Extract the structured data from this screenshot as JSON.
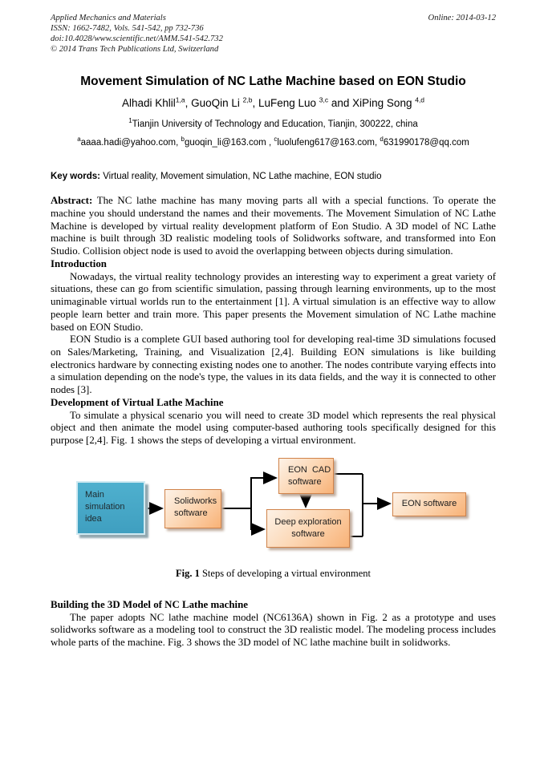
{
  "header": {
    "journal": "Applied Mechanics and Materials",
    "issn_line": "ISSN: 1662-7482, Vols. 541-542, pp 732-736",
    "doi_line": "doi:10.4028/www.scientific.net/AMM.541-542.732",
    "copyright_line": "© 2014 Trans Tech Publications Ltd, Switzerland",
    "online_date": "Online: 2014-03-12"
  },
  "title": "Movement Simulation of NC Lathe Machine based on EON Studio",
  "authors": [
    {
      "name": "Alhadi Khlil",
      "sup": "1,a",
      "sep": ", "
    },
    {
      "name": "GuoQin Li ",
      "sup": "2,b",
      "sep": ", "
    },
    {
      "name": "LuFeng Luo ",
      "sup": "3,c",
      "sep": " and "
    },
    {
      "name": "XiPing Song ",
      "sup": "4,d",
      "sep": ""
    }
  ],
  "affiliation": {
    "sup": "1",
    "text": "Tianjin University of Technology and Education, Tianjin, 300222, china"
  },
  "emails": [
    {
      "sup": "a",
      "text": "aaaa.hadi@yahoo.com",
      "sep": ", "
    },
    {
      "sup": "b",
      "text": "guoqin_li@163.com",
      "sep": " , "
    },
    {
      "sup": "c",
      "text": "luolufeng617@163.com",
      "sep": ", "
    },
    {
      "sup": "d",
      "text": "631990178@qq.com",
      "sep": ""
    }
  ],
  "keywords": {
    "label": "Key words:",
    "text": " Virtual reality, Movement simulation, NC Lathe machine, EON studio"
  },
  "abstract": {
    "label": "Abstract:",
    "text": " The NC lathe machine has many moving parts all with a special functions. To operate the machine you should understand the names and their movements. The Movement Simulation of NC Lathe Machine is developed by virtual reality development platform of Eon Studio. A 3D model of NC Lathe machine is built through 3D realistic modeling tools of Solidworks software, and transformed into Eon Studio. Collision object node is used to avoid the overlapping between objects during simulation."
  },
  "sections": {
    "introduction": {
      "heading": "Introduction",
      "p1": "Nowadays, the virtual reality technology provides an interesting way to experiment a great variety of situations, these can go from scientific simulation, passing through learning environments, up to the most unimaginable virtual worlds run to the entertainment [1]. A virtual simulation is an effective way to allow people learn better and train more. This paper presents the Movement simulation of NC Lathe machine based on EON Studio.",
      "p2": "EON Studio is a complete GUI based authoring tool for developing real-time 3D simulations focused on Sales/Marketing, Training, and Visualization [2,4]. Building EON simulations is like building electronics hardware by connecting existing nodes one to another. The nodes contribute varying effects into a simulation depending on the node's type, the values in its data fields, and the way it is connected to other nodes [3]."
    },
    "development": {
      "heading": "Development of Virtual Lathe Machine",
      "p1": "To simulate a physical scenario you will need to create 3D model which represents the real physical object and then animate the model using computer-based authoring tools specifically designed for this purpose [2,4]. Fig. 1 shows the steps of developing a virtual environment."
    },
    "building": {
      "heading": "Building the 3D Model of NC Lathe machine",
      "p1": "The paper adopts NC lathe machine model (NC6136A) shown in Fig. 2 as a prototype and uses solidworks software as a modeling tool to construct the 3D realistic model. The modeling process includes whole parts of the machine. Fig. 3 shows the 3D model of NC lathe machine built in solidworks."
    }
  },
  "figure1": {
    "caption_label": "Fig. 1",
    "caption_text": " Steps of developing a virtual environment",
    "boxes": {
      "main_idea": "Main simulation idea",
      "solidworks": "Solidworks software",
      "eon_cad_line1": "EON  CAD",
      "eon_cad_line2": "software",
      "deep_exploration": "Deep exploration software",
      "eon_software": "EON software"
    },
    "colors": {
      "teal_fill": "#45a9c8",
      "orange_light": "#fdf2e7",
      "orange_dark": "#f8b277",
      "box_border": "#d0834a",
      "arrow": "#000000"
    }
  }
}
